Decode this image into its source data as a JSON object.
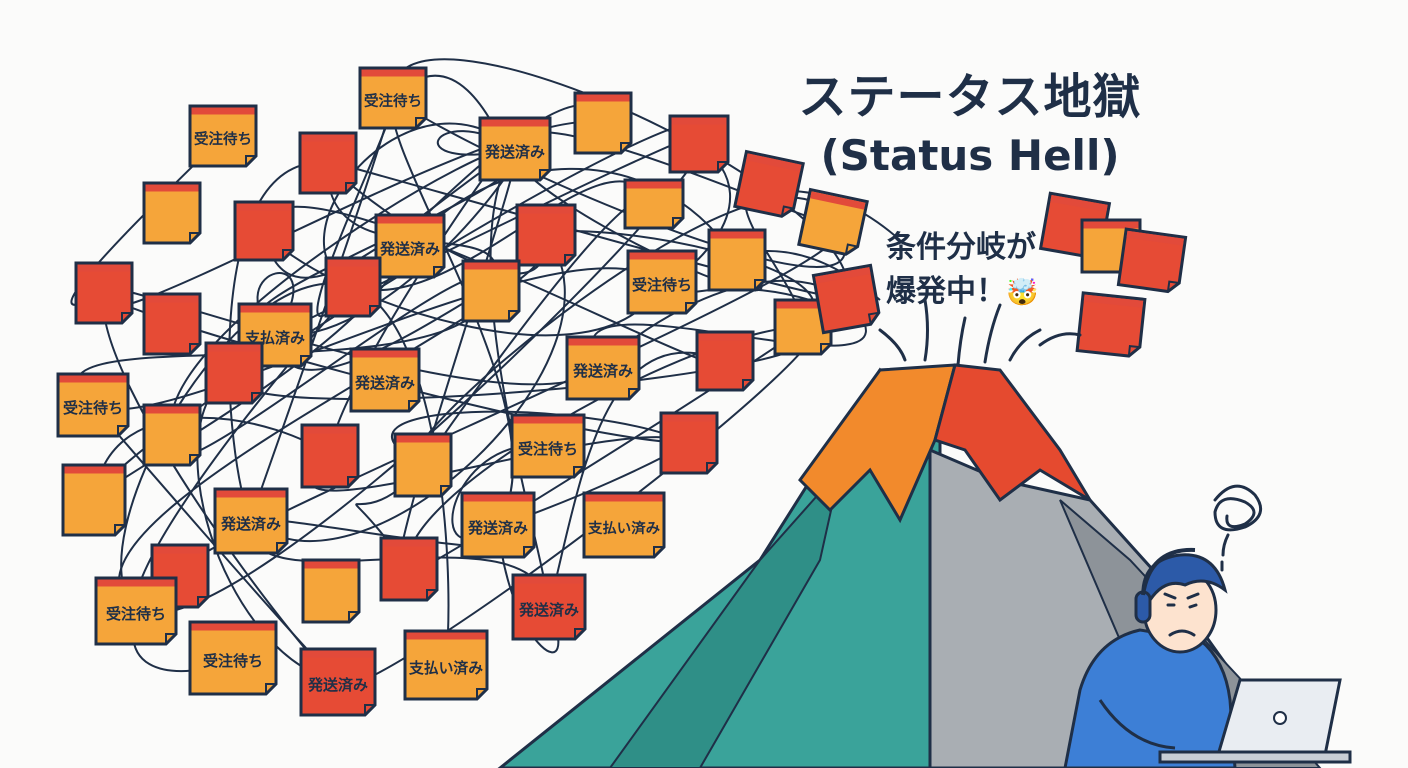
{
  "title": {
    "japanese": "ステータス地獄",
    "english": "(Status Hell)"
  },
  "callout": {
    "line1": "条件分岐が",
    "line2": "爆発中！",
    "emoji": "🤯"
  },
  "labels": {
    "order_pending": "受注待ち",
    "shipped": "発送済み",
    "paid": "支払済み",
    "paid_alt": "支払い済み"
  },
  "colors": {
    "ink": "#1f2f47",
    "note_orange": "#f5a53a",
    "note_red": "#e64b35",
    "note_tab": "#e24a3a",
    "mountain_teal": "#3aa39a",
    "mountain_grey": "#a9aeb3",
    "lava_orange": "#f28a2c",
    "lava_red": "#e54a2f",
    "person_blue": "#3d7fd6"
  },
  "icons": [
    "confused-scribble-icon",
    "exploding-head-emoji"
  ]
}
